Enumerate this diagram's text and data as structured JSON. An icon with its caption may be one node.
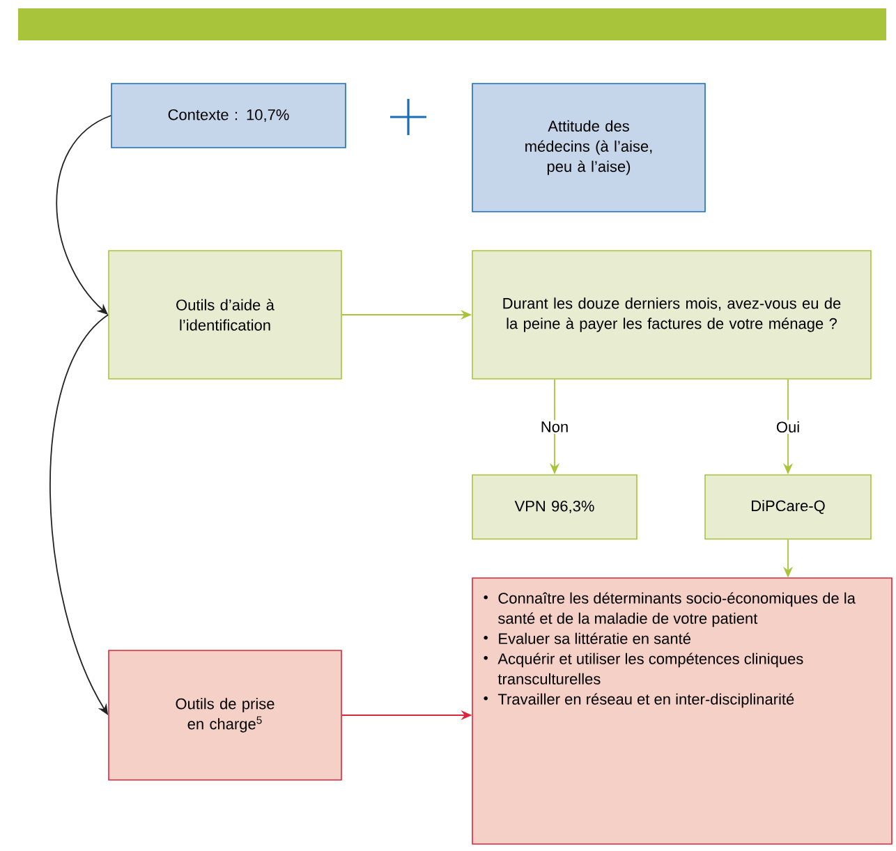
{
  "diagram": {
    "nodes": [
      {
        "text": [
          "Contexte : 10,7%"
        ]
      },
      {
        "text": [
          "Attitude des médecins (à l’aise, peu à l’aise)"
        ]
      },
      {
        "text": [
          "Outils d’aide à l’identification"
        ]
      },
      {
        "text": [
          "Durant les douze derniers mois, avez-vous eu de la peine à payer les factures de votre ménage ?"
        ]
      },
      {
        "text": [
          "VPN 96,3%"
        ]
      },
      {
        "text": [
          "DiPCare-Q"
        ]
      },
      {
        "text": [
          "Outils de prise en charge$^{5}$"
        ]
      },
      {
        "text": [
          "Connaître les déterminants socio-économiques de la santé et de la maladie de votre patient",
          "Evaluer sa littératie en santé",
          "Acquérir et utiliser les compétences cliniques transculturelles",
          "Travailler en réseau et en inter-disciplinarité"
        ]
      }
    ],
    "edges": [
      {
        "from": 0,
        "to": 2,
        "arrow": "to",
        "color": "#222222"
      },
      {
        "from": 2,
        "to": 6,
        "arrow": "to",
        "color": "#222222"
      },
      {
        "from": 2,
        "to": 3,
        "arrow": "to"
      },
      {
        "from": 3,
        "to": 4,
        "arrow": "to",
        "label": "Non"
      },
      {
        "from": 3,
        "to": 5,
        "arrow": "to",
        "label": "Oui"
      },
      {
        "from": 5,
        "to": 7,
        "arrow": "to"
      },
      {
        "from": 6,
        "to": 7,
        "arrow": "to",
        "color": "#d9283c"
      }
    ]
  }
}
